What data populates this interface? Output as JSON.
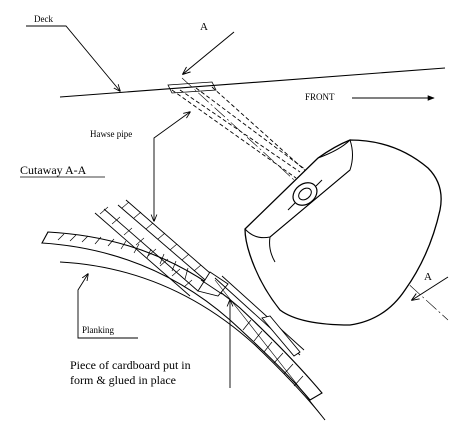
{
  "labels": {
    "deck": "Deck",
    "section_top": "A",
    "front": "FRONT",
    "hawse_pipe": "Hawse pipe",
    "cutaway": "Cutaway A-A",
    "section_bottom": "A",
    "planking": "Planking",
    "note_line1": "Piece of cardboard put in",
    "note_line2": "form & glued in place"
  }
}
